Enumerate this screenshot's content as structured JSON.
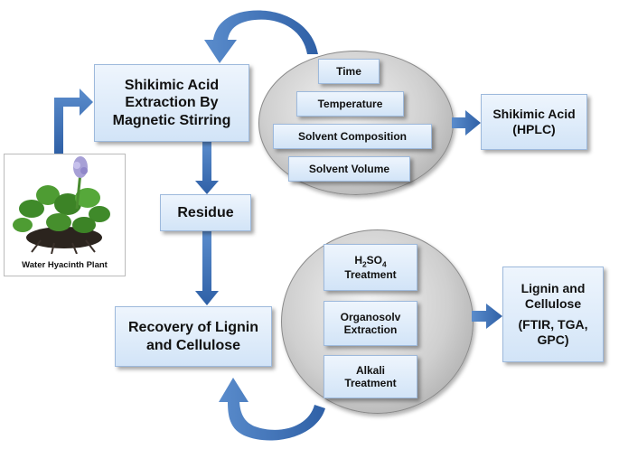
{
  "plant": {
    "label": "Water Hyacinth Plant"
  },
  "extraction": {
    "line1": "Shikimic Acid",
    "line2": "Extraction By",
    "line3": "Magnetic Stirring"
  },
  "residue": {
    "label": "Residue"
  },
  "recovery": {
    "line1": "Recovery of Lignin",
    "line2": "and Cellulose"
  },
  "params_top": [
    "Time",
    "Temperature",
    "Solvent Composition",
    "Solvent Volume"
  ],
  "params_bottom": {
    "h2so4_prefix": "H",
    "h2so4_sub1": "2",
    "h2so4_mid": "SO",
    "h2so4_sub2": "4",
    "h2so4_line2": "Treatment",
    "organosolv_line1": "Organosolv",
    "organosolv_line2": "Extraction",
    "alkali_line1": "Alkali",
    "alkali_line2": "Treatment"
  },
  "shikimic_output": {
    "line1": "Shikimic Acid",
    "line2": "(HPLC)"
  },
  "lignin_output": {
    "line1": "Lignin and",
    "line2": "Cellulose",
    "line3": "(FTIR, TGA,",
    "line4": "GPC)"
  },
  "colors": {
    "arrow": "#3f72b8",
    "arrow_dark": "#2a5694",
    "box_border": "#9db9dc"
  }
}
